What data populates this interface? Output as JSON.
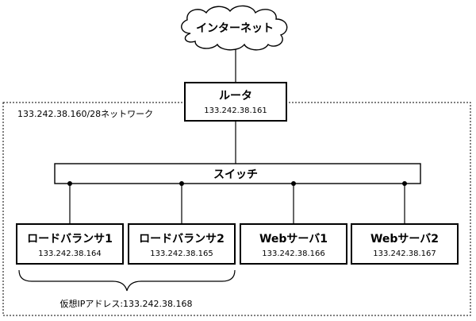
{
  "internet": {
    "label": "インターネット"
  },
  "router": {
    "title": "ルータ",
    "ip": "133.242.38.161"
  },
  "network": {
    "label": "133.242.38.160/28ネットワーク"
  },
  "switch": {
    "label": "スイッチ"
  },
  "nodes": [
    {
      "title": "ロードバランサ1",
      "ip": "133.242.38.164"
    },
    {
      "title": "ロードバランサ2",
      "ip": "133.242.38.165"
    },
    {
      "title": "Webサーバ1",
      "ip": "133.242.38.166"
    },
    {
      "title": "Webサーバ2",
      "ip": "133.242.38.167"
    }
  ],
  "virtual_ip": {
    "label": "仮想IPアドレス:133.242.38.168"
  }
}
